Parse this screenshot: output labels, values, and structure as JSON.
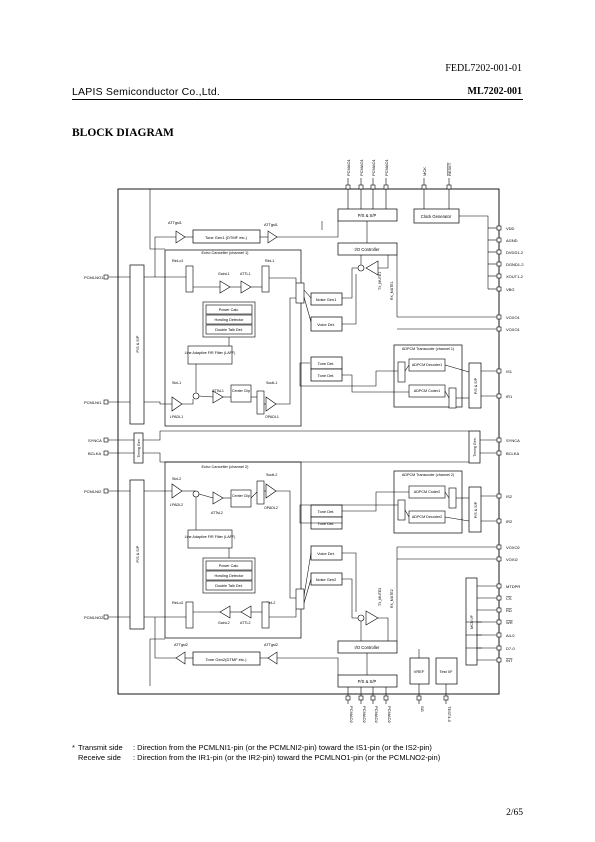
{
  "header": {
    "doc_id": "FEDL7202-001-01",
    "company": "LAPIS Semiconductor Co.,Ltd.",
    "part_number": "ML7202-001"
  },
  "section_title": "BLOCK DIAGRAM",
  "diagram": {
    "blocks": {
      "ps_sp_top": "P/S & S/P",
      "clock_gen": "Clock Generator",
      "io_ctrl_top": "I/O Controller",
      "tone_gen1": "Tone Gen1 (DTMF etc.)",
      "echo_canceller1": "Echo Canceller (channel 1)",
      "power_calc1": "Power Calc.",
      "howling_det1": "Howling Detector",
      "double_talk_det1": "Double Talk Det.",
      "line_adaptive_fir1": "Line Adaptive FIR Filter (LAFF)",
      "center_clip1": "Center Clip",
      "noise_gen1": "Noise Gen1",
      "voice_det1": "Voice Det.",
      "tone_det_a": "Tone Det.",
      "tone_det_b": "Tone Det.",
      "adpcm_transcoder1": "ADPCM Transcoder (channel 1)",
      "adpcm_decoder1": "ADPCM Decoder1",
      "adpcm_coder1": "ADPCM Coder1",
      "ps_sp_left1": "P/S & S/P",
      "ps_sp_right1": "P/S & S/P",
      "timing_gen_left": "Timing Gen.",
      "timing_gen_right": "Timing Gen.",
      "echo_canceller2": "Echo Canceller (channel 2)",
      "center_clip2": "Center Clip",
      "line_adaptive_fir2": "Line Adaptive FIR Filter (LAFF)",
      "power_calc2": "Power Calc.",
      "howling_det2": "Howling Detector",
      "double_talk_det2": "Double Talk Det.",
      "tone_det_c": "Tone Det.",
      "tone_det_d": "Tone Det.",
      "voice_det2": "Voice Det.",
      "noise_gen2": "Noise Gen2",
      "adpcm_transcoder2": "ADPCM Transcoder (channel 2)",
      "adpcm_coder2": "ADPCM Coder2",
      "adpcm_decoder2": "ADPCM Decoder2",
      "ps_sp_left2": "P/S & S/P",
      "ps_sp_right2": "P/S & S/P",
      "mcu_if": "MCU I/F",
      "io_ctrl_bottom": "I/O Controller",
      "tone_gen2": "Tone Gen2(DTMF etc.)",
      "ps_sp_bottom": "P/S & S/P",
      "vref": "VREF",
      "test_if": "Test I/F"
    },
    "signals": {
      "att_gsl1": "ATTgsl1",
      "att_gsl1_r": "ATTgsl1",
      "rinlo1": "RinLo1",
      "rinlt1": "RinL1",
      "gain_l1": "GainL1",
      "att_l1": "ATTL1",
      "sin_l1": "SinL1",
      "atts_l1": "ATTsL1",
      "sout_l1": "SoutL1",
      "lpad_l1": "LPADL1",
      "opad_l1": "OPADL1",
      "tx_mute1": "TX_MUTE1",
      "rx_mute1": "RX_MUTE1",
      "sin_l2": "SinL2",
      "lpad_l2": "LPADL2",
      "atts_l2": "ATTsL2",
      "sout_l2": "SoutL2",
      "opad_l2": "OPADL2",
      "rinlo2": "RinLo2",
      "gain_l2": "GainL2",
      "att_l2": "ATTL2",
      "rin_l2": "RinL2",
      "att_gsl2": "ATTgsl2",
      "att_gsl2_r": "ATTgsl2",
      "tx_mute2": "TX_MUTE2",
      "rx_mute2": "RX_MUTE2"
    },
    "pins": {
      "top": [
        "PCMAO1",
        "PCMAO1",
        "PCMAO1",
        "PCMAO1",
        "MCK",
        "RESET"
      ],
      "left": [
        "PCMLNO1",
        "PCMLNI1",
        "SYNCA",
        "BCLKA",
        "PCMLNI2",
        "PCMLNO2"
      ],
      "right": [
        "VDD",
        "AGND",
        "DVDD1-2",
        "DGND1-2",
        "XOUT1-2",
        "VBG",
        "VOXO1",
        "VOXO1",
        "IS1",
        "IR1",
        "SYNCA",
        "BCLKA",
        "IS2",
        "IR2",
        "VOXO2",
        "VOXI2",
        "MTDPR",
        "CS",
        "RD",
        "WR",
        "A4-0",
        "D7-0",
        "INT"
      ],
      "bottom": [
        "PCMAO2",
        "PCMAO2",
        "PCMAO2",
        "PCMAO2",
        "SG",
        "TEST4-0"
      ]
    }
  },
  "notes": [
    {
      "marker": "*",
      "label": "Transmit side",
      "text": ": Direction from the PCMLNI1-pin (or the PCMLNI2-pin) toward the IS1-pin (or the IS2-pin)"
    },
    {
      "marker": "",
      "label": "Receive side",
      "text": ": Direction from the IR1-pin (or the IR2-pin) toward the PCMLNO1-pin (or the PCMLNO2-pin)"
    }
  ],
  "page_number": "2/65"
}
